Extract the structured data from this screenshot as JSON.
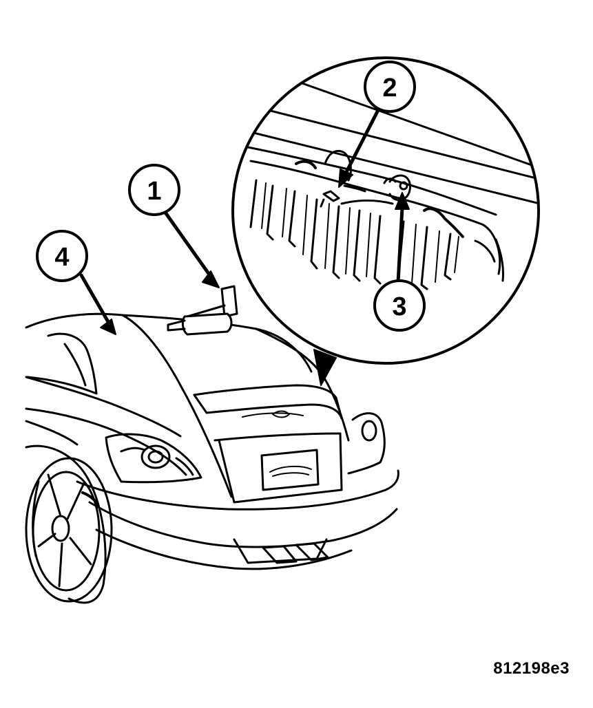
{
  "figure_id": "812198e3",
  "callouts": [
    {
      "number": "1"
    },
    {
      "number": "2"
    },
    {
      "number": "3"
    },
    {
      "number": "4"
    }
  ],
  "colors": {
    "line": "#000000",
    "background": "#ffffff"
  }
}
